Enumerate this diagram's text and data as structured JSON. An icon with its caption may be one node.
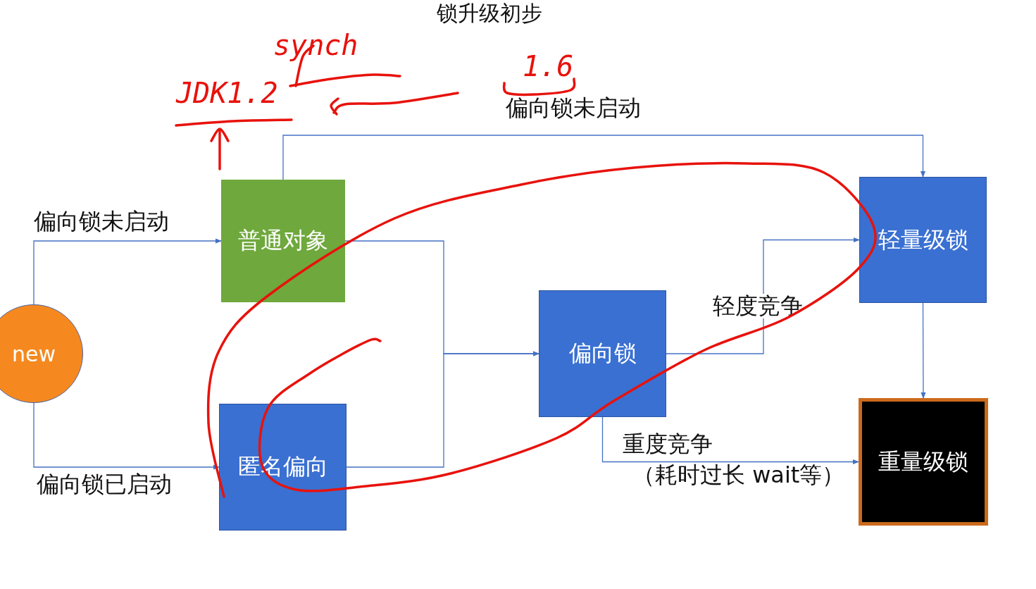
{
  "diagram": {
    "title": "锁升级初步",
    "nodes": [
      {
        "text": [
          "new"
        ]
      },
      {
        "text": [
          "普通对象"
        ]
      },
      {
        "text": [
          "匿名偏向"
        ]
      },
      {
        "text": [
          "偏向锁"
        ]
      },
      {
        "text": [
          "轻量级锁"
        ]
      },
      {
        "text": [
          "重量级锁"
        ]
      }
    ],
    "edges": [
      {
        "from": 0,
        "to": 1,
        "arrow": "to",
        "label": "偏向锁未启动"
      },
      {
        "from": 0,
        "to": 2,
        "arrow": "to",
        "label": "偏向锁已启动"
      },
      {
        "from": 1,
        "to": 4,
        "arrow": "to",
        "label": "偏向锁未启动"
      },
      {
        "from": 1,
        "to": 3,
        "arrow": "to"
      },
      {
        "from": 2,
        "to": 3,
        "arrow": "to"
      },
      {
        "from": 3,
        "to": 4,
        "arrow": "to",
        "label": "轻度竞争"
      },
      {
        "from": 3,
        "to": 5,
        "arrow": "to",
        "label": "重度竞争"
      },
      {
        "from": 4,
        "to": 5,
        "arrow": "to"
      }
    ],
    "labels": [
      "synch",
      "1.6",
      "JDK1.2",
      "（耗时过长 wait等）"
    ]
  }
}
